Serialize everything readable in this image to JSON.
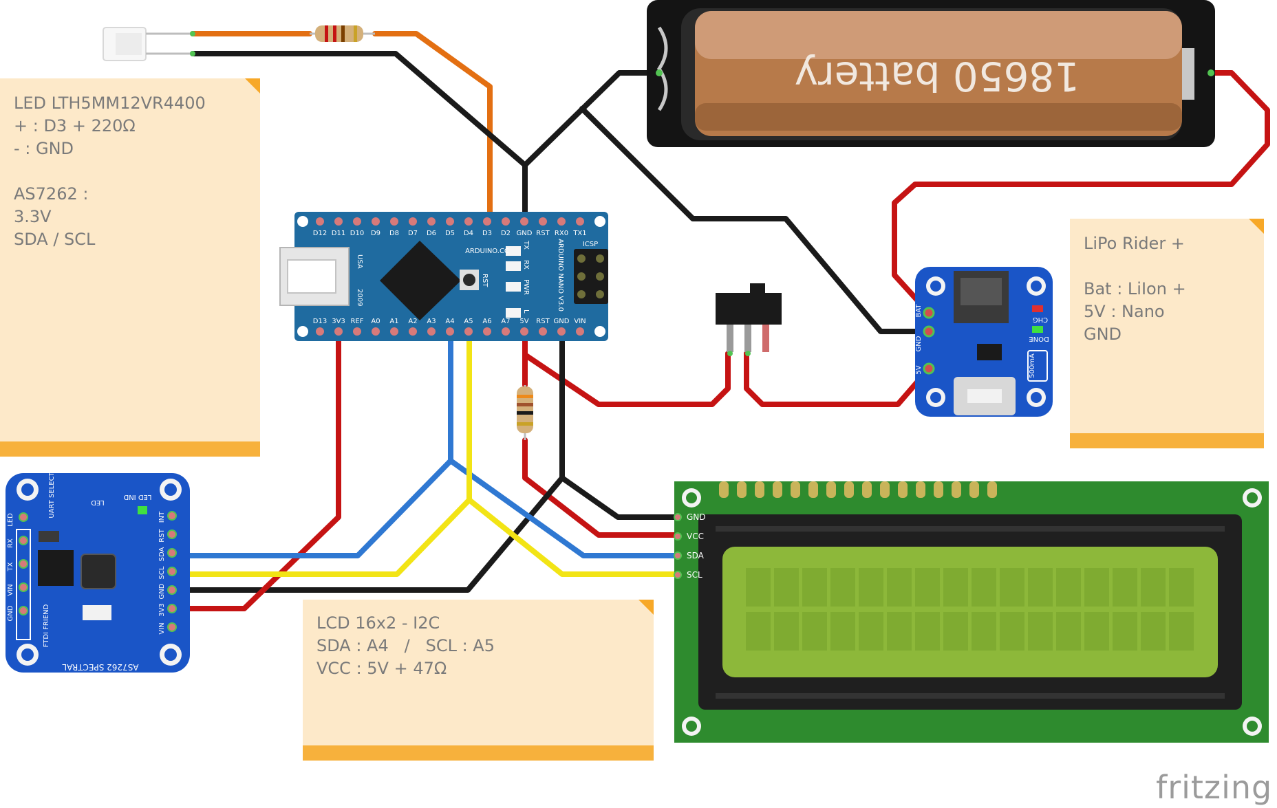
{
  "notes": {
    "led": [
      "LED LTH5MM12VR4400",
      "+ : D3 + 220Ω",
      "- : GND",
      "",
      "AS7262 :",
      "3.3V",
      "SDA / SCL"
    ],
    "lipo": [
      "LiPo Rider +",
      "",
      "Bat : LiIon +",
      "5V : Nano",
      "GND"
    ],
    "lcd": [
      "LCD 16x2 - I2C",
      "SDA : A4   /   SCL : A5",
      "VCC : 5V + 47Ω"
    ]
  },
  "battery": {
    "label": "18650 battery"
  },
  "nano": {
    "top_pins": [
      "D12",
      "D11",
      "D10",
      "D9",
      "D8",
      "D7",
      "D6",
      "D5",
      "D4",
      "D3",
      "D2",
      "GND",
      "RST",
      "RX0",
      "TX1"
    ],
    "bottom_pins": [
      "D13",
      "3V3",
      "REF",
      "A0",
      "A1",
      "A2",
      "A3",
      "A4",
      "A5",
      "A6",
      "A7",
      "5V",
      "RST",
      "GND",
      "VIN"
    ],
    "brand": "ARDUINO.CC",
    "model": "ARDUINO NANO V3.0",
    "usb": "USA",
    "year": "2009",
    "icsp": "ICSP",
    "rst": "RST",
    "leds": [
      "TX",
      "RX",
      "PWR",
      "L"
    ]
  },
  "sensor": {
    "name": "AS7262 SPECTRAL",
    "left_pins": [
      "LED",
      "RX",
      "TX",
      "VIN",
      "GND"
    ],
    "right_pins": [
      "INT",
      "RST",
      "SDA",
      "SCL",
      "GND",
      "3V3",
      "VIN"
    ],
    "labels": [
      "UART SELECT",
      "LED",
      "LED IND",
      "FTDI FRIEND"
    ]
  },
  "lipo_board": {
    "pins": [
      "BAT",
      "GND",
      "5V"
    ],
    "labels": [
      "CHG",
      "DONE",
      "500mA"
    ]
  },
  "lcd": {
    "pins": [
      "GND",
      "VCC",
      "SDA",
      "SCL"
    ]
  },
  "logo": "fritzing",
  "colors": {
    "wire_red": "#c51313",
    "wire_black": "#1a1a1a",
    "wire_blue": "#2f78d2",
    "wire_yellow": "#f2e415",
    "wire_orange": "#e36f12",
    "board_blue": "#1f6ba0",
    "sensor_blue": "#1a55c7",
    "lcd_green": "#2e8b2e",
    "lcd_screen": "#8db83a"
  }
}
